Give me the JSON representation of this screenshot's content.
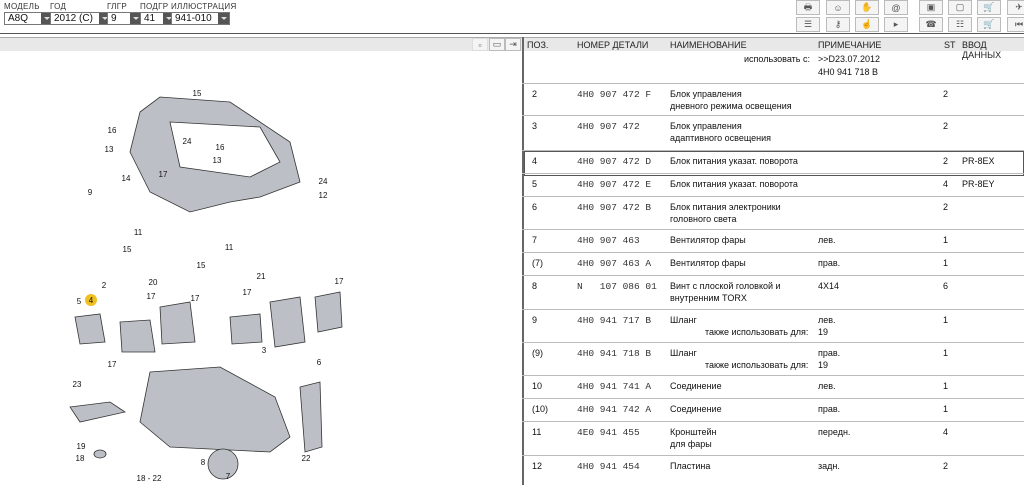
{
  "selectors": [
    {
      "label": "МОДЕЛЬ",
      "value": "A8Q"
    },
    {
      "label": "ГОД",
      "value": "2012 (C)"
    },
    {
      "label": "ГЛГР",
      "value": "9"
    },
    {
      "label": "ПОДГР",
      "value": "41"
    },
    {
      "label": "ИЛЛЮСТРАЦИЯ",
      "value": "941-010"
    }
  ],
  "toolbar_icons": [
    "print-icon",
    "user-icon",
    "handshake-icon",
    "email-icon",
    "dealer-icon",
    "depot-icon",
    "cart-user-icon",
    "pin-icon",
    "list-icon",
    "key-icon",
    "hand-icon",
    "play-icon",
    "phone-icon",
    "users-icon",
    "cart-icon",
    "first-icon"
  ],
  "table": {
    "headers": {
      "pos": "ПОЗ.",
      "part": "НОМЕР ДЕТАЛИ",
      "name": "НАИМЕНОВАНИЕ",
      "note": "ПРИМЕЧАНИЕ",
      "st": "ST",
      "input": "ВВОД ДАННЫХ"
    },
    "pre_note": {
      "label": "использовать с:",
      "value1": ">>D23.07.2012",
      "value2": "4H0 941 718 B"
    },
    "rows": [
      {
        "pos": "2",
        "part": "4H0 907 472 F",
        "name": "Блок управления\nдневного режима освещения",
        "note": "",
        "st": "2",
        "input": ""
      },
      {
        "pos": "3",
        "part": "4H0 907 472",
        "name": "Блок управления\nадаптивного освещения",
        "note": "",
        "st": "2",
        "input": ""
      },
      {
        "pos": "4",
        "part": "4H0 907 472 D",
        "name": "Блок питания указат. поворота",
        "note": "",
        "st": "2",
        "input": "PR-8EX"
      },
      {
        "pos": "5",
        "part": "4H0 907 472 E",
        "name": "Блок питания указат. поворота",
        "note": "",
        "st": "4",
        "input": "PR-8EY"
      },
      {
        "pos": "6",
        "part": "4H0 907 472 B",
        "name": "Блок питания электроники\nголовного света",
        "note": "",
        "st": "2",
        "input": ""
      },
      {
        "pos": "7",
        "part": "4H0 907 463",
        "name": "Вентилятор фары",
        "note": "лев.",
        "st": "1",
        "input": ""
      },
      {
        "pos": "(7)",
        "part": "4H0 907 463 A",
        "name": "Вентилятор фары",
        "note": "прав.",
        "st": "1",
        "input": ""
      },
      {
        "pos": "8",
        "part": "N   107 086 01",
        "name": "Винт с плоской головкой и\nвнутренним TORX",
        "note": "4X14",
        "st": "6",
        "input": ""
      },
      {
        "pos": "9",
        "part": "4H0 941 717 B",
        "name": "Шланг",
        "note": "лев.",
        "st": "1",
        "input": "",
        "also_label": "также использовать для:",
        "also_value": "19"
      },
      {
        "pos": "(9)",
        "part": "4H0 941 718 B",
        "name": "Шланг",
        "note": "прав.",
        "st": "1",
        "input": "",
        "also_label": "также использовать для:",
        "also_value": "19"
      },
      {
        "pos": "10",
        "part": "4H0 941 741 A",
        "name": "Соединение",
        "note": "лев.",
        "st": "1",
        "input": ""
      },
      {
        "pos": "(10)",
        "part": "4H0 941 742 A",
        "name": "Соединение",
        "note": "прав.",
        "st": "1",
        "input": ""
      },
      {
        "pos": "11",
        "part": "4E0 941 455",
        "name": "Кронштейн\nдля фары",
        "note": "передн.",
        "st": "4",
        "input": ""
      },
      {
        "pos": "12",
        "part": "4H0 941 454",
        "name": "Пластина",
        "note": "задн.",
        "st": "2",
        "input": ""
      }
    ]
  },
  "callouts": [
    "15",
    "16",
    "13",
    "24",
    "16",
    "13",
    "17",
    "14",
    "9",
    "24",
    "12",
    "11",
    "15",
    "11",
    "15",
    "20",
    "17",
    "5",
    "4",
    "2",
    "17",
    "21",
    "17",
    "17",
    "3",
    "6",
    "17",
    "23",
    "19",
    "18",
    "18 - 22",
    "22",
    "8",
    "7"
  ],
  "highlight_color": "#f0c020"
}
